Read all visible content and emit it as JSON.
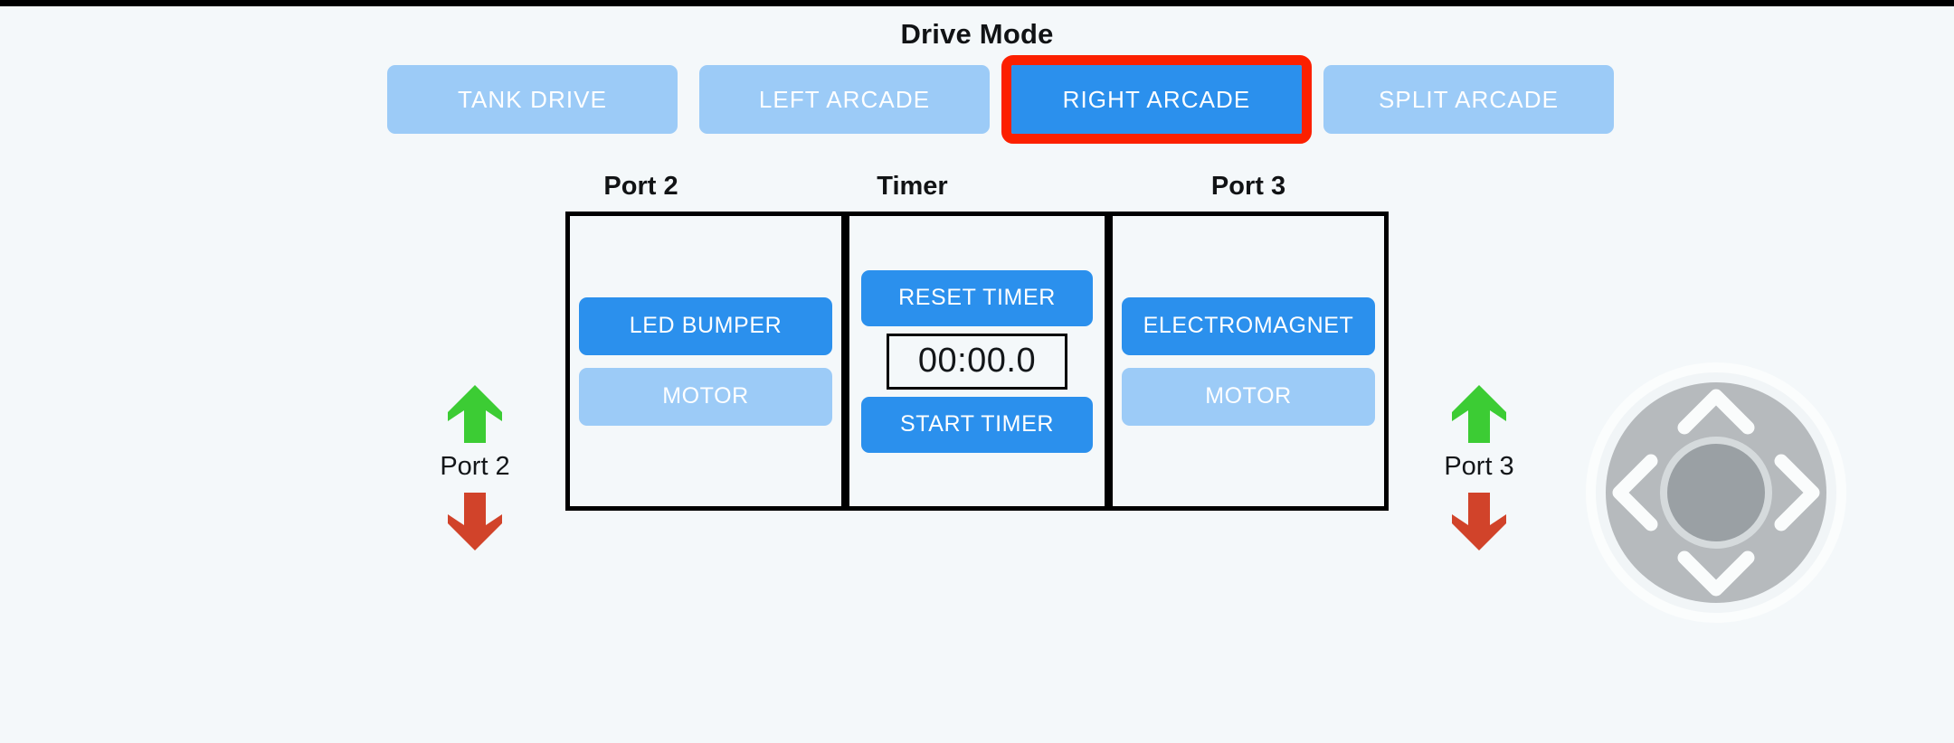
{
  "header": {
    "title": "Drive Mode"
  },
  "drive_modes": [
    {
      "label": "TANK DRIVE",
      "active": false,
      "name": "tank-drive"
    },
    {
      "label": "LEFT ARCADE",
      "active": false,
      "name": "left-arcade"
    },
    {
      "label": "RIGHT ARCADE",
      "active": true,
      "name": "right-arcade"
    },
    {
      "label": "SPLIT ARCADE",
      "active": false,
      "name": "split-arcade"
    }
  ],
  "columns": {
    "port2_header": "Port 2",
    "timer_header": "Timer",
    "port3_header": "Port 3"
  },
  "port2_panel": {
    "buttons": [
      {
        "label": "LED BUMPER",
        "state": "on"
      },
      {
        "label": "MOTOR",
        "state": "off"
      }
    ]
  },
  "timer_panel": {
    "reset_label": "RESET TIMER",
    "display": "00:00.0",
    "start_label": "START TIMER"
  },
  "port3_panel": {
    "buttons": [
      {
        "label": "ELECTROMAGNET",
        "state": "on"
      },
      {
        "label": "MOTOR",
        "state": "off"
      }
    ]
  },
  "port_controls": {
    "left": {
      "label": "Port 2",
      "up_icon": "arrow-up-icon",
      "down_icon": "arrow-down-icon"
    },
    "right": {
      "label": "Port 3",
      "up_icon": "arrow-up-icon",
      "down_icon": "arrow-down-icon"
    }
  },
  "dpad": {
    "up_icon": "chevron-up-icon",
    "down_icon": "chevron-down-icon",
    "left_icon": "chevron-left-icon",
    "right_icon": "chevron-right-icon",
    "center_icon": "dpad-center-icon"
  },
  "colors": {
    "background": "#f4f8fa",
    "button_active": "#2b90ed",
    "button_inactive": "#9ccbf7",
    "selection_outline": "#fc2000",
    "arrow_up": "#3ccc34",
    "arrow_down": "#d1432a",
    "panel_border": "#000000",
    "dpad_disc": "#b6babd",
    "dpad_center": "#9aa0a4",
    "dpad_ring": "#d5dadc",
    "text_dark": "#131619",
    "text_light": "#ffffff"
  }
}
